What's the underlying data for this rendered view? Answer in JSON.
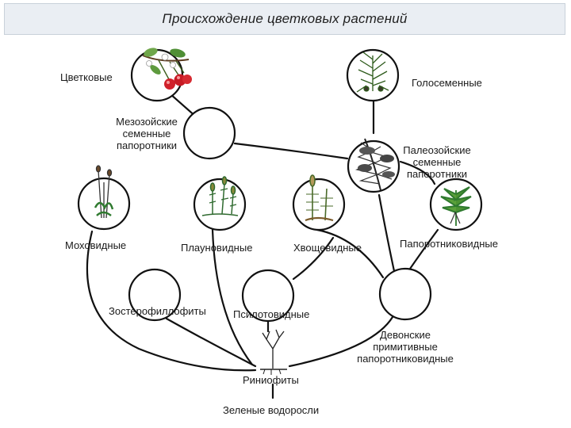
{
  "title": "Происхождение цветковых растений",
  "nodes": {
    "flowering": "Цветковые",
    "gymnosperms": "Голосеменные",
    "mesozoic_seed_ferns": "Мезозойские\nсеменные\nпапоротники",
    "paleozoic_seed_ferns": "Палеозойские\nсеменные\nпапоротники",
    "mosses": "Моховидные",
    "lycopods": "Плауновидные",
    "horsetails": "Хвощевидные",
    "ferns": "Папоротниковидные",
    "zosterophyllophytes": "Зостерофиллофиты",
    "psilotophytes": "Псилотовидные",
    "devonian_primitive_ferns": "Девонские\nпримитивные\nпапоротниковидные",
    "rhyniophytes": "Риниофиты",
    "green_algae": "Зеленые водоросли"
  },
  "colors": {
    "line": "#111111",
    "title_bg": "#eaeef3",
    "cherry": "#d0202a",
    "leaf": "#2f7a2f"
  },
  "icons": {
    "flowering": "cherry-branch-icon",
    "gymnosperms": "pine-shoot-icon",
    "paleozoic_seed_ferns": "seed-fern-frond-icon",
    "mosses": "moss-icon",
    "lycopods": "club-moss-icon",
    "horsetails": "horsetail-icon",
    "ferns": "fern-icon",
    "rhyniophytes": "rhynia-icon"
  }
}
